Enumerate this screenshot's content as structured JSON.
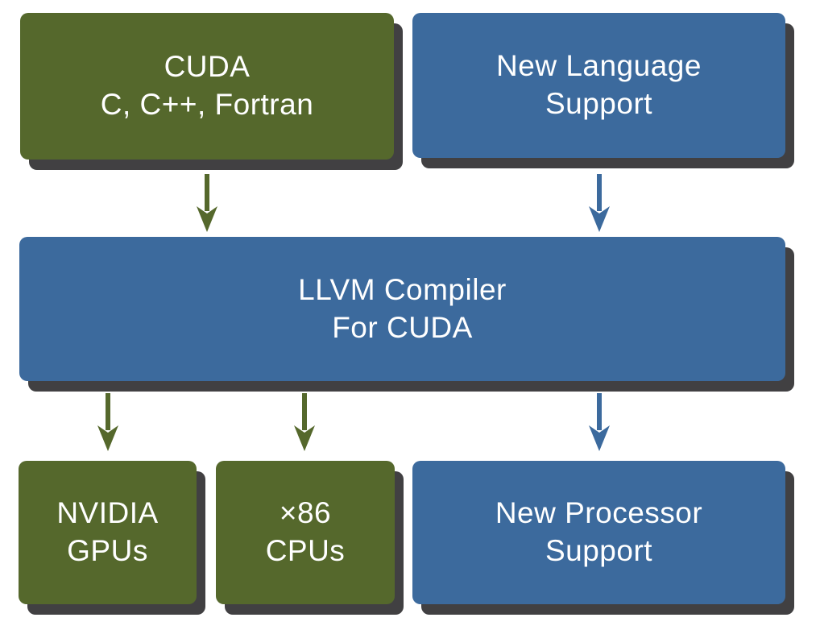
{
  "colors": {
    "green": "#55682C",
    "blue": "#3C6A9D",
    "shadow": "#414042",
    "text": "#FFFFFF",
    "background": "#FFFFFF"
  },
  "boxes": {
    "cuda": {
      "line1": "CUDA",
      "line2": "C, C++, Fortran",
      "color": "green"
    },
    "new_language": {
      "line1": "New Language",
      "line2": "Support",
      "color": "blue"
    },
    "llvm": {
      "line1": "LLVM Compiler",
      "line2": "For CUDA",
      "color": "blue"
    },
    "nvidia_gpus": {
      "line1": "NVIDIA",
      "line2": "GPUs",
      "color": "green"
    },
    "x86_cpus": {
      "line1": "×86",
      "line2": "CPUs",
      "color": "green"
    },
    "new_processor": {
      "line1": "New Processor",
      "line2": "Support",
      "color": "blue"
    }
  },
  "arrows": [
    {
      "id": "cuda-to-llvm",
      "icon": "down-arrow-icon",
      "color": "green"
    },
    {
      "id": "new-language-to-llvm",
      "icon": "down-arrow-icon",
      "color": "blue"
    },
    {
      "id": "llvm-to-nvidia-gpus",
      "icon": "down-arrow-icon",
      "color": "green"
    },
    {
      "id": "llvm-to-x86-cpus",
      "icon": "down-arrow-icon",
      "color": "green"
    },
    {
      "id": "llvm-to-new-processor",
      "icon": "down-arrow-icon",
      "color": "blue"
    }
  ]
}
